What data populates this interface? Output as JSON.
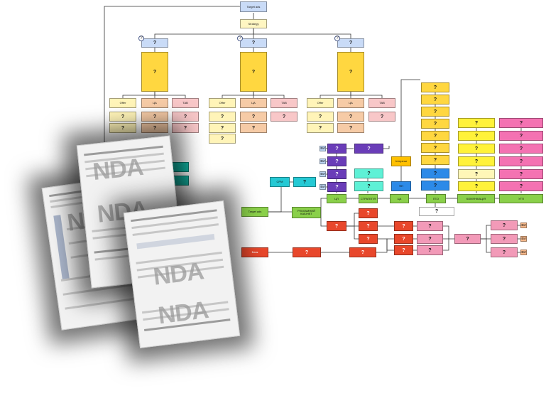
{
  "diagram": {
    "root": "Target ads",
    "strategy": "Strategy",
    "unknown": "?",
    "branch_labels": [
      "Offer",
      "ЦА",
      "ТАВ"
    ],
    "left_nodes": {
      "target": "Target ads",
      "blue_cyan": "CPM",
      "ad_cabinet": "РЕКЛАМНИЙ КАБІНЕТ",
      "red_start": "Банк"
    },
    "bottom_row": [
      "ЦЛ",
      "СТРАТЕГІЯ",
      "ЦА",
      "ГЕО",
      "КОМУНІКАЦІЯ",
      "УТП"
    ],
    "mini_label": "ВИ",
    "instruction": "Інтереси",
    "blue_small": "ФН",
    "watermark": "NDA"
  }
}
